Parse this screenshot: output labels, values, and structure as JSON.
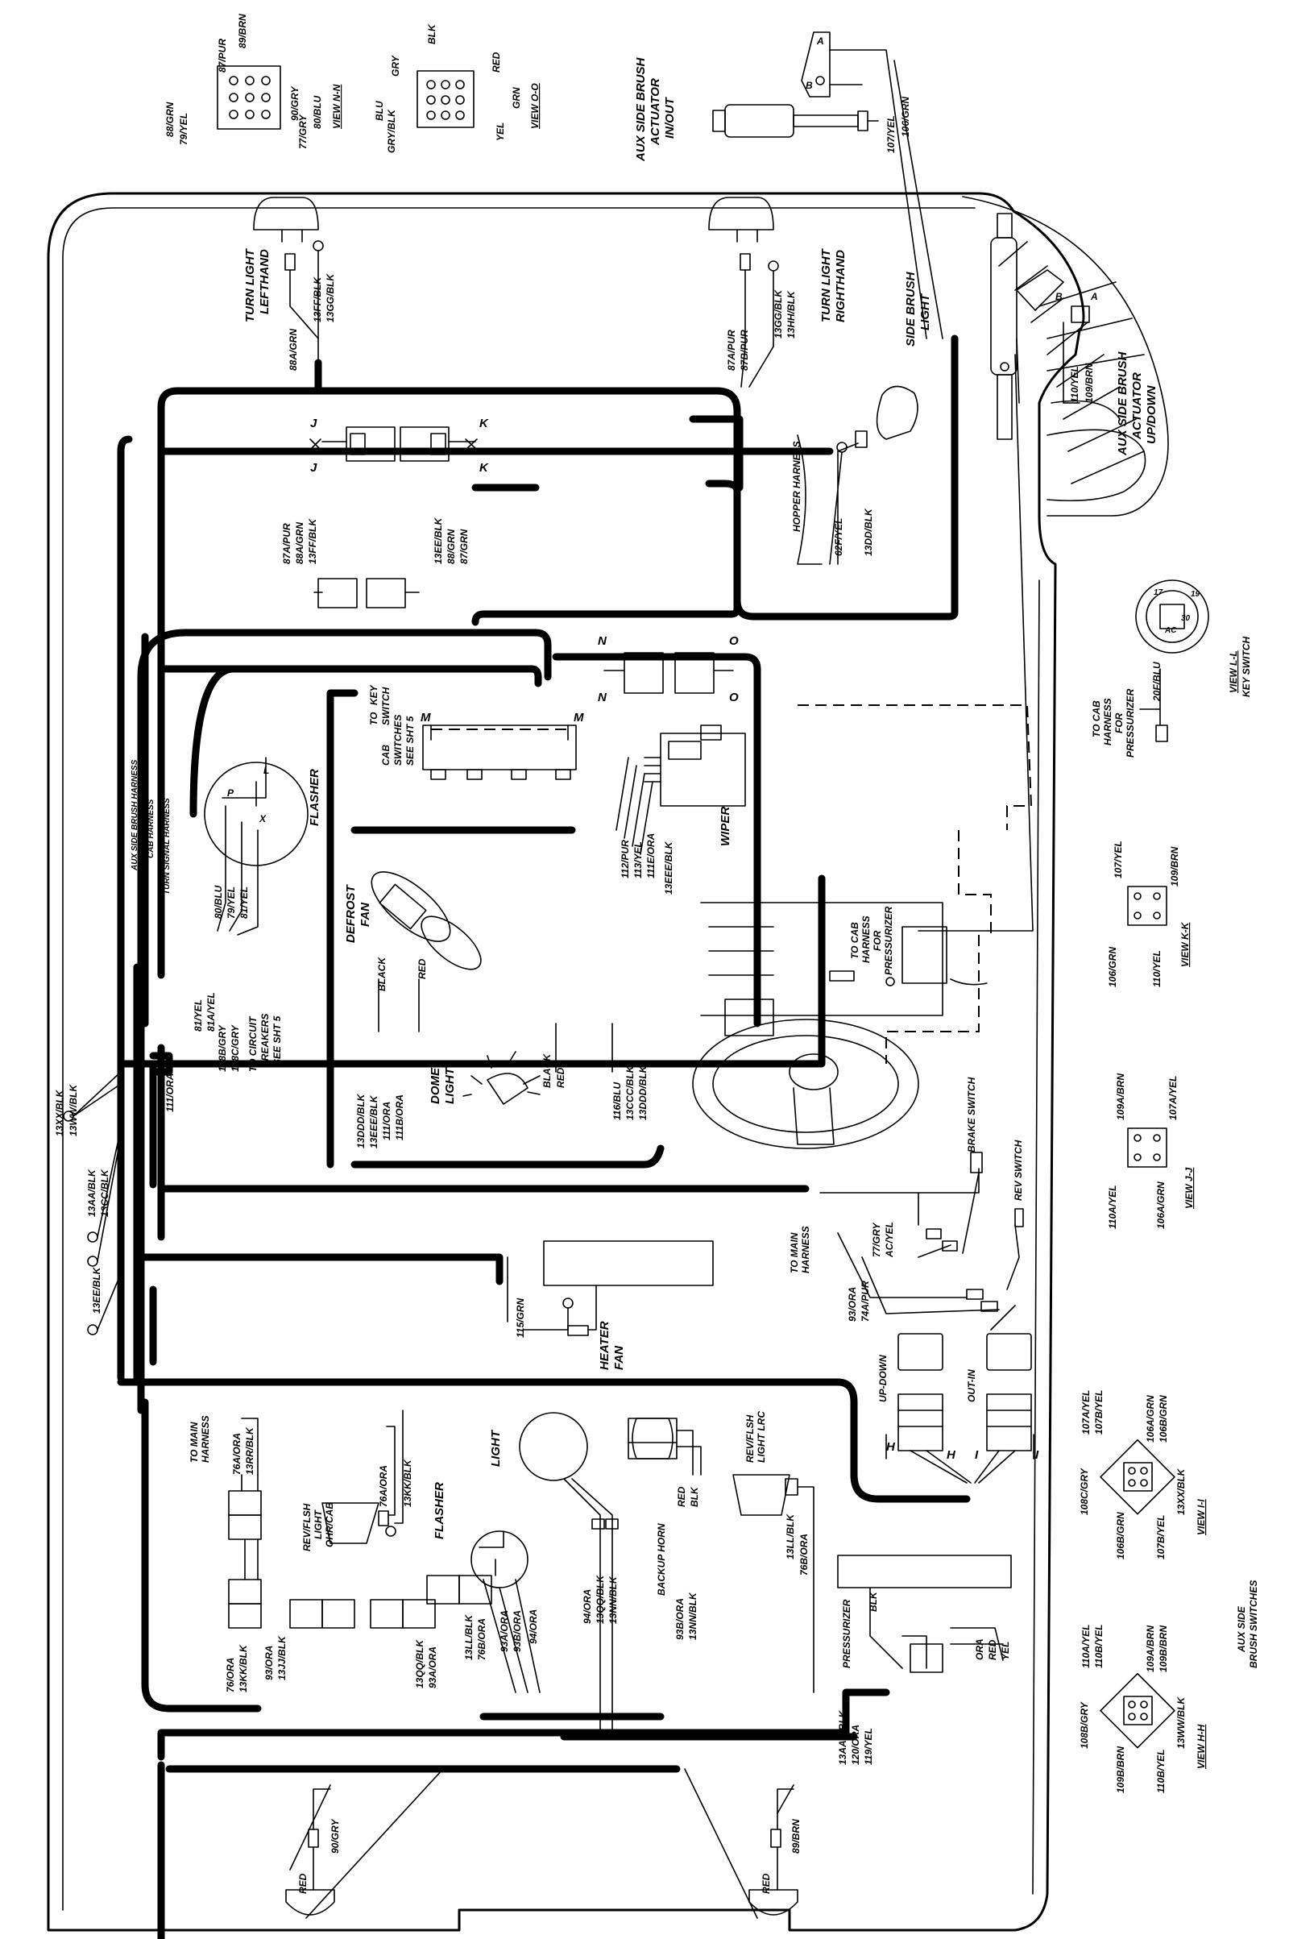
{
  "views": {
    "nn": {
      "title": "VIEW N-N",
      "wires": [
        "89/BRN",
        "87/PUR",
        "88/GRN",
        "79/YEL",
        "90/GRY",
        "80/BLU",
        "77/GRY"
      ]
    },
    "oo": {
      "title": "VIEW O-O",
      "wires": [
        "BLK",
        "GRY",
        "BLU",
        "GRY/BLK",
        "RED",
        "GRN",
        "YEL"
      ]
    },
    "ll": {
      "title": "VIEW L-L",
      "subtitle": "KEY SWITCH",
      "wire": "20F/BLU",
      "pins": [
        "17",
        "AC",
        "30",
        "19"
      ],
      "cab": [
        "TO CAB",
        "HARNESS",
        "FOR",
        "PRESSURIZER"
      ]
    },
    "kk": {
      "title": "VIEW K-K",
      "wires": [
        "107/YEL",
        "109/BRN",
        "106/GRN",
        "110/YEL"
      ]
    },
    "jj": {
      "title": "VIEW J-J",
      "wires": [
        "109A/BRN",
        "107A/YEL",
        "110A/YEL",
        "106A/GRN"
      ]
    },
    "ii": {
      "title": "VIEW I-I",
      "wires": [
        "107A/YEL",
        "107B/YEL",
        "106A/GRN",
        "106B/GRN",
        "108C/GRY",
        "13XX/BLK",
        "106B/GRN",
        "107B/YEL"
      ]
    },
    "hh": {
      "title": "VIEW H-H",
      "wires": [
        "110A/YEL",
        "110B/YEL",
        "109A/BRN",
        "109B/BRN",
        "108B/GRY",
        "13WW/BLK",
        "109B/BRN",
        "110B/YEL"
      ]
    },
    "aux_switches": [
      "AUX SIDE",
      "BRUSH SWITCHES"
    ]
  },
  "components": {
    "aux_inout": [
      "AUX SIDE BRUSH",
      "ACTUATOR",
      "IN/OUT"
    ],
    "aux_updown": [
      "AUX SIDE BRUSH",
      "ACTUATOR",
      "UP/DOWN"
    ],
    "turn_lh": [
      "TURN LIGHT",
      "LEFTHAND"
    ],
    "turn_rh": [
      "TURN LIGHT",
      "RIGHTHAND"
    ],
    "side_brush_light": [
      "SIDE BRUSH",
      "LIGHT"
    ],
    "hopper_harness": "HOPPER HARNESS",
    "flasher": "FLASHER",
    "flasher2": "FLASHER",
    "wiper": "WIPER",
    "defrost_fan": [
      "DEFROST",
      "FAN"
    ],
    "dome_light": [
      "DOME",
      "LIGHT"
    ],
    "heater_fan": [
      "HEATER",
      "FAN"
    ],
    "brake_switch": "BRAKE SWITCH",
    "rev_switch": "REV SWITCH",
    "to_main_harness": [
      "TO MAIN",
      "HARNESS"
    ],
    "to_main_harness2": [
      "TO MAIN",
      "HARNESS"
    ],
    "to_cab": [
      "TO CAB",
      "HARNESS",
      "FOR",
      "PRESSURIZER"
    ],
    "to_circuit": [
      "TO CIRCUIT",
      "BREAKERS",
      "SEE SHT 5"
    ],
    "cab_switches": [
      "TO",
      "KEY",
      "SWITCH",
      "CAB",
      "SWITCHES",
      "SEE SHT 5"
    ],
    "up_down": "UP-DOWN",
    "out_in": "OUT-IN",
    "light": "LIGHT",
    "rev_flsh_light": [
      "REV/FLSH",
      "LIGHT",
      "OHR/CAB"
    ],
    "rev_flsh_light_lrc": [
      "REV/FLSH",
      "LIGHT LRC"
    ],
    "backup_horn": "BACKUP HORN",
    "pressurizer": "PRESSURIZER",
    "harness_names": [
      "AUX SIDE BRUSH HARNESS",
      "CAB HARNESS",
      "TURN SIGNAL HARNESS"
    ]
  },
  "wire_labels": {
    "aux_inout": [
      "107/YEL",
      "106/GRN"
    ],
    "aux_updown": [
      "110/YEL",
      "109/BRN"
    ],
    "turn_lh": [
      "88A/GRN",
      "13FF/BLK",
      "13GG/BLK"
    ],
    "turn_rh": [
      "87A/PUR",
      "87B/PUR",
      "13GG/BLK",
      "13HH/BLK"
    ],
    "conn_j": [
      "87A/PUR",
      "88A/GRN",
      "13FF/BLK"
    ],
    "conn_k": [
      "13EE/BLK",
      "88/GRN",
      "87/GRN"
    ],
    "side_light": [
      "62F/YEL",
      "13DD/BLK"
    ],
    "flasher": [
      "80/BLU",
      "79/YEL",
      "81/YEL"
    ],
    "fuse": [
      "81/YEL",
      "81A/YEL"
    ],
    "circuit": [
      "108B/GRY",
      "108C/GRY"
    ],
    "wiper": [
      "112/PUR",
      "113/YEL",
      "111E/ORA",
      "13EEE/BLK"
    ],
    "defrost": [
      "BLACK",
      "RED"
    ],
    "dome_left": [
      "13DDD/BLK",
      "13EEE/BLK",
      "111/ORA",
      "111B/ORA"
    ],
    "dome": [
      "BLACK",
      "RED"
    ],
    "dome_right": [
      "116/BLU",
      "13CCC/BLK",
      "13DDD/BLK"
    ],
    "left_grounds": [
      "13XX/BLK",
      "13WW/BLK",
      "13AA/BLK",
      "13CC/BLK",
      "13EE/BLK"
    ],
    "left_ora": "111/ORA",
    "heater": "115/GRN",
    "brake": [
      "77/GRY",
      "AC/YEL"
    ],
    "rev": [
      "93/ORA",
      "74A/PUR"
    ],
    "main_lower": [
      "76A/ORA",
      "13RR/BLK"
    ],
    "ohr": [
      "76A/ORA",
      "13KK/BLK"
    ],
    "main_lower2": [
      "76/ORA",
      "13KK/BLK",
      "93/ORA",
      "13JJ/BLK"
    ],
    "flasher2": [
      "13QQ/BLK",
      "93A/ORA",
      "13LL/BLK",
      "76B/ORA",
      "93A/ORA",
      "93B/ORA",
      "94/ORA"
    ],
    "light": [
      "94/ORA",
      "13QQ/BLK",
      "13NN/BLK"
    ],
    "horn": [
      "93B/ORA",
      "13NN/BLK",
      "RED",
      "BLK"
    ],
    "lrc": [
      "13LL/BLK",
      "76B/ORA"
    ],
    "pressurizer": [
      "13AAA/BLK",
      "120/ORA",
      "119/YEL",
      "BLK",
      "ORA",
      "RED",
      "YEL"
    ],
    "bottom": [
      "RED",
      "90/GRY",
      "89/BRN",
      "RED"
    ],
    "conn_letters": [
      "J",
      "J",
      "K",
      "K",
      "N",
      "N",
      "O",
      "O",
      "M",
      "M",
      "H",
      "H",
      "I",
      "I"
    ]
  }
}
